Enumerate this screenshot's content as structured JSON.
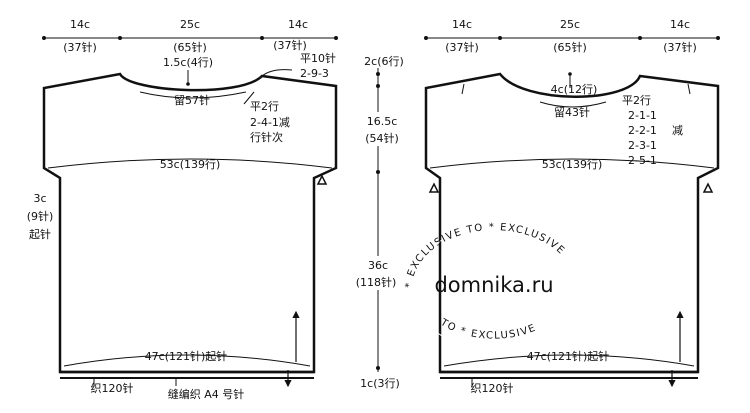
{
  "back": {
    "top_left_width": "14c",
    "top_left_stitches": "(37针)",
    "top_center_width": "25c",
    "top_center_stitches": "(65针)",
    "top_right_width": "14c",
    "top_right_stitches": "(37针)",
    "neck_depth": "1.5c(4行)",
    "shoulder_flat": "平10针",
    "shoulder_seq": "2-9-3",
    "neck_bind": "留57针",
    "neck_flat_rows": "平2行",
    "neck_dec_seq": "2-4-1减",
    "neck_dec_note": "行针次",
    "body_length": "53c(139行)",
    "side_width": "3c",
    "side_stitches": "(9针)",
    "side_cast_on": "起针",
    "hem_width": "47c(121针)起针",
    "rib_stitches": "织120针",
    "rib_pattern": "缝编织 A4 号针"
  },
  "middle": {
    "top_height": "2c(6行)",
    "upper_height": "16.5c",
    "upper_rows": "(54针)",
    "lower_height": "36c",
    "lower_rows": "(118针)",
    "rib_height": "1c(3行)"
  },
  "front": {
    "top_left_width": "14c",
    "top_left_stitches": "(37针)",
    "top_center_width": "25c",
    "top_center_stitches": "(65针)",
    "top_right_width": "14c",
    "top_right_stitches": "(37针)",
    "neck_depth": "4c(12行)",
    "neck_bind": "留43针",
    "neck_flat_rows": "平2行",
    "neck_dec_1": "2-1-1",
    "neck_dec_2": "2-2-1",
    "neck_dec_3": "2-3-1",
    "neck_dec_4": "2-5-1",
    "neck_dec_label": "减",
    "body_length": "53c(139行)",
    "hem_width": "47c(121针)起针",
    "rib_stitches": "织120针"
  },
  "watermark": {
    "main": "domnika.ru",
    "ring_top": "* EXCLUSIVE TO * EXCLUSIVE",
    "ring_bottom": "TO * EXCLUSIVE"
  }
}
